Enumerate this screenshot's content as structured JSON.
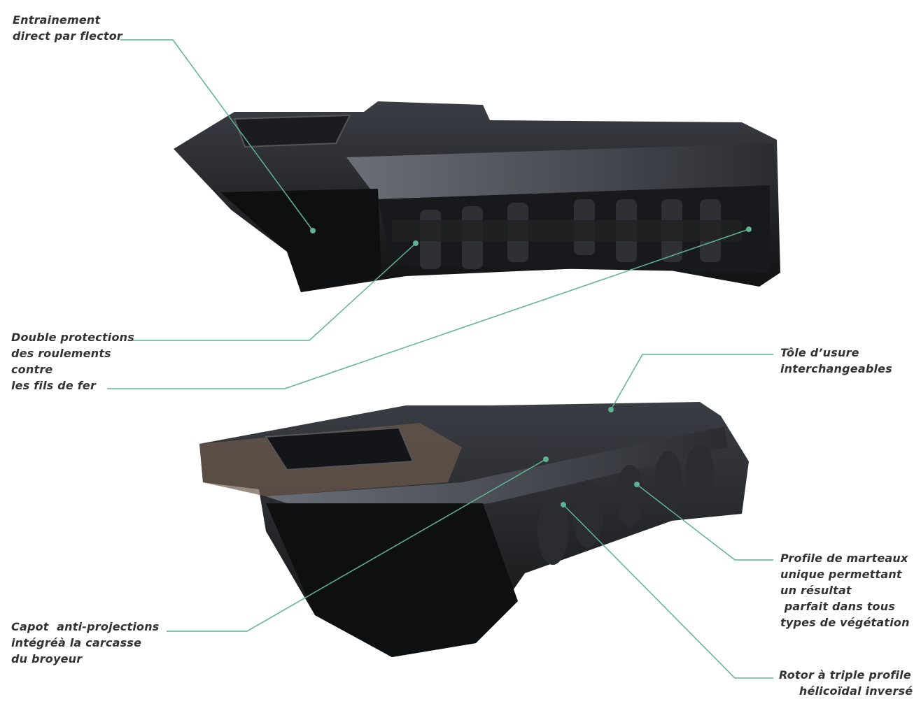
{
  "accent_color": "#5fb394",
  "text_color": "#333333",
  "callouts": [
    {
      "id": "flector",
      "lines": [
        "Entrainement",
        "direct par flector"
      ]
    },
    {
      "id": "roulements",
      "lines": [
        "Double protections",
        "des roulements",
        "contre",
        "les fils de fer"
      ]
    },
    {
      "id": "tole",
      "lines": [
        "Tôle d’usure",
        "interchangeables"
      ]
    },
    {
      "id": "marteaux",
      "lines": [
        "Profile de marteaux",
        "unique permettant",
        "un résultat",
        " parfait dans tous",
        "types de végétation"
      ]
    },
    {
      "id": "capot",
      "lines": [
        "Capot  anti-projections",
        "intégréà la carcasse",
        "du broyeur"
      ]
    },
    {
      "id": "rotor",
      "lines": [
        "Rotor à triple profile",
        "     hélicoïdal inversé"
      ]
    }
  ]
}
